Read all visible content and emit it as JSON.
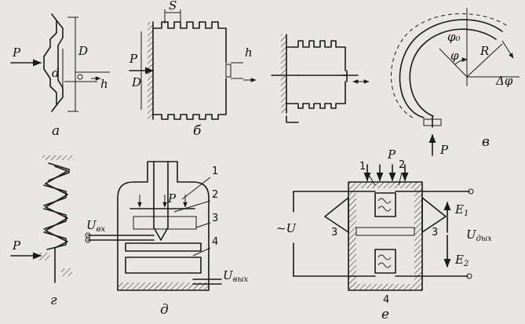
{
  "figure": {
    "panels": [
      {
        "id": "a",
        "caption": "а",
        "labels": {
          "force": "P",
          "inner_d": "d",
          "outer_d": "D",
          "thickness": "h"
        }
      },
      {
        "id": "b",
        "caption": "б",
        "labels": {
          "force": "P",
          "pitch": "S",
          "diameter": "D",
          "thickness": "h"
        }
      },
      {
        "id": "v",
        "caption": "в",
        "labels": {
          "force": "P",
          "angle": "φ",
          "angle0": "φ₀",
          "radius": "R",
          "delta_angle": "Δφ"
        }
      },
      {
        "id": "g",
        "caption": "г",
        "labels": {
          "force": "P"
        }
      },
      {
        "id": "d",
        "caption": "д",
        "labels": {
          "force": "P",
          "u_in_main": "U",
          "u_in_sub": "вх",
          "u_out_main": "U",
          "u_out_sub": "вых"
        },
        "callouts": [
          "1",
          "2",
          "3",
          "4"
        ]
      },
      {
        "id": "e",
        "caption": "е",
        "labels": {
          "force": "P",
          "supply": "~U",
          "e1_main": "E",
          "e1_sub": "1",
          "e2_main": "E",
          "e2_sub": "2",
          "u_out_main": "U",
          "u_out_sub": "дых"
        },
        "callouts": [
          "1",
          "2",
          "3",
          "3",
          "4"
        ]
      }
    ]
  }
}
